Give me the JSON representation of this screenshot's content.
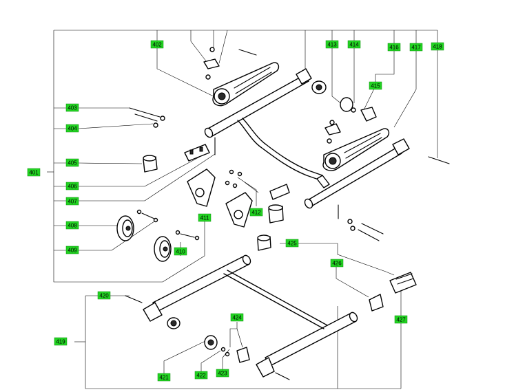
{
  "callouts": {
    "c401": "401",
    "c402": "402",
    "c403": "403",
    "c404": "404",
    "c405": "405",
    "c406": "406",
    "c407": "407",
    "c408": "408",
    "c409": "409",
    "c410": "410",
    "c411": "411",
    "c412": "412",
    "c413": "413",
    "c414": "414",
    "c415": "415",
    "c416": "416",
    "c417": "417",
    "c418": "418",
    "c419": "419",
    "c420": "420",
    "c421": "421",
    "c422": "422",
    "c423": "423",
    "c424": "424",
    "c425": "425",
    "c426": "426",
    "c427": "427"
  },
  "colors": {
    "callout_fill": "#22d422",
    "line": "#000000",
    "background": "#ffffff"
  }
}
